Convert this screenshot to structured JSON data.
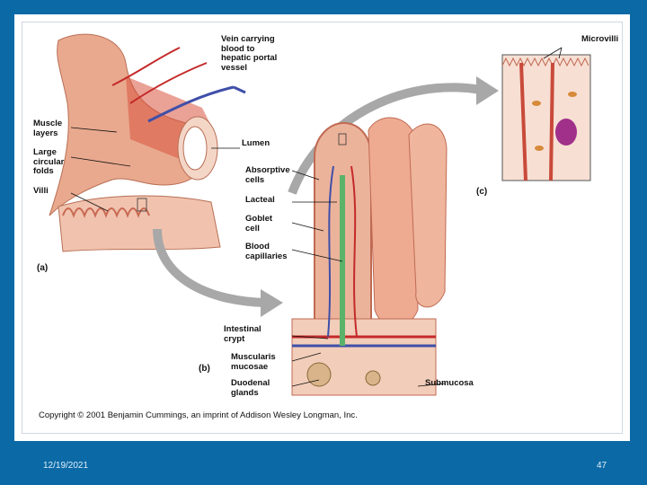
{
  "labels": {
    "vein": "Vein carrying\nblood to\nhepatic portal\nvessel",
    "muscle": "Muscle\nlayers",
    "folds": "Large\ncircular\nfolds",
    "villi": "Villi",
    "lumen": "Lumen",
    "absorptive": "Absorptive\ncells",
    "lacteal": "Lacteal",
    "goblet": "Goblet\ncell",
    "capillaries": "Blood\ncapillaries",
    "crypt": "Intestinal\ncrypt",
    "muscularis": "Muscularis\nmucosae",
    "glands": "Duodenal\nglands",
    "submucosa": "Submucosa",
    "microvilli": "Microvilli"
  },
  "panels": {
    "a": "(a)",
    "b": "(b)",
    "c": "(c)"
  },
  "copyright": "Copyright © 2001 Benjamin Cummings, an imprint of Addison Wesley Longman, Inc.",
  "footer": {
    "date": "12/19/2021",
    "page": "47"
  },
  "colors": {
    "background": "#0b6aa6",
    "tissue": "#e7a88d",
    "vein": "#3f4fa8",
    "artery": "#cc2a2a",
    "lacteal": "#5bb36a"
  }
}
